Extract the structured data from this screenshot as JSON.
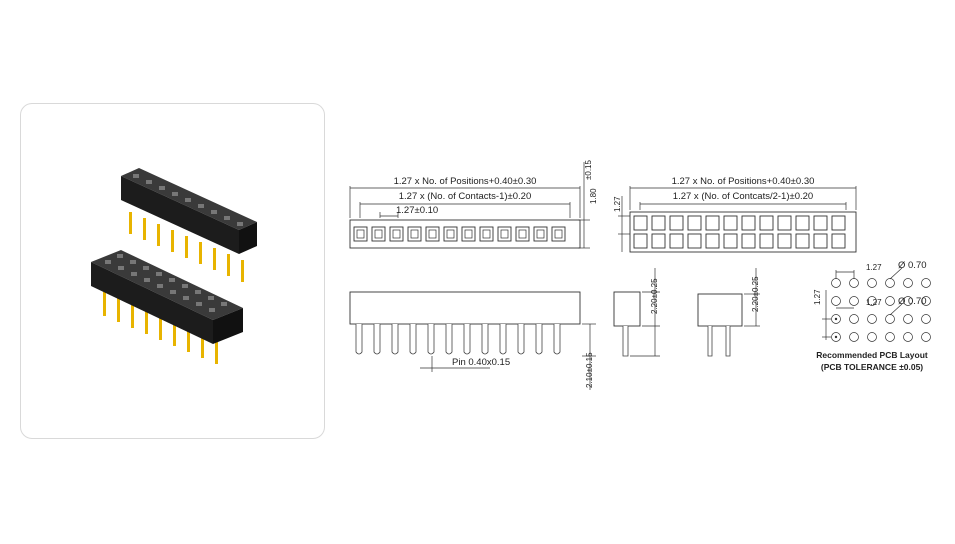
{
  "product_photo": {
    "alt": "",
    "connector_rows": [
      "single-row",
      "double-row"
    ]
  },
  "dimensions": {
    "single_overall": "1.27 x No. of Positions+0.40±0.30",
    "single_contacts": "1.27 x (No. of Contacts-1)±0.20",
    "single_pitch": "1.27±0.10",
    "single_height": "1.80",
    "single_height_tol": "±0.15",
    "double_overall": "1.27 x No. of Positions+0.40±0.30",
    "double_contacts": "1.27 x (No. of Contcats/2-1)±0.20",
    "double_row_pitch": "1.27",
    "pin_label": "Pin 0.40x0.15",
    "pin_length": "2.10±0.15",
    "side_height_a": "2.20±0.25",
    "side_height_b": "2.20±0.25",
    "pcb_pitch_h1": "1.27",
    "pcb_pitch_h2": "1.27",
    "pcb_pitch_v": "1.27",
    "pcb_hole_1": "Ø 0.70",
    "pcb_hole_2": "Ø 0.70"
  },
  "pcb_layout": {
    "title": "Recommended PCB Layout",
    "tolerance": "(PCB TOLERANCE ±0.05)"
  },
  "colors": {
    "housing": "#1c1c1c",
    "pins": "#e8b400",
    "line": "#333333"
  }
}
